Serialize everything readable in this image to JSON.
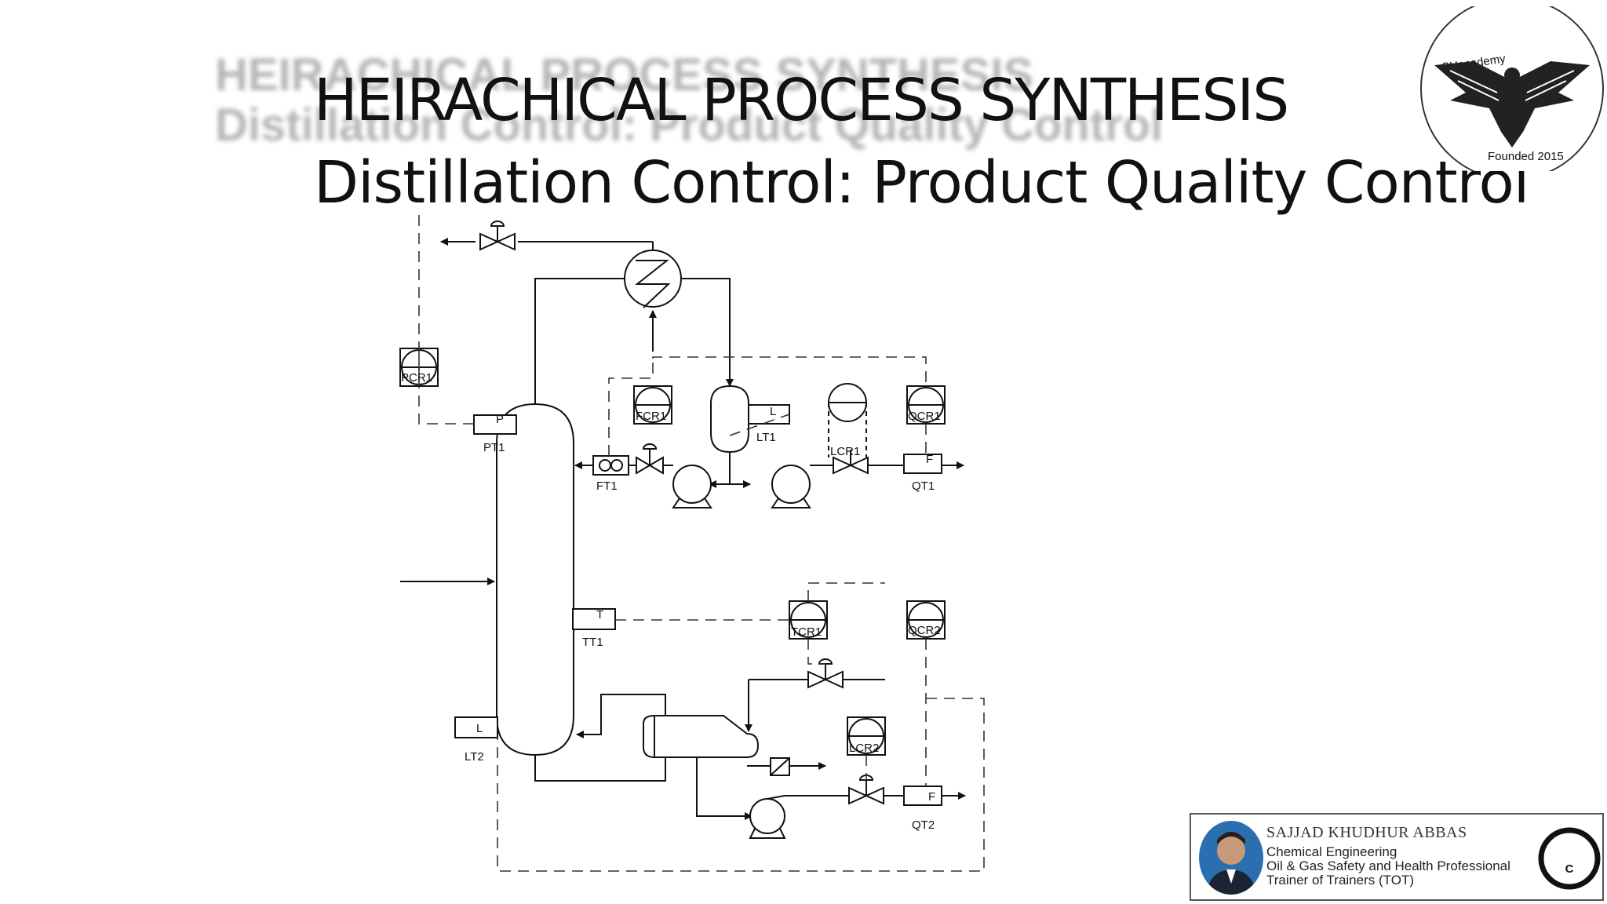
{
  "slide": {
    "title_line1": "HEIRACHICAL PROCESS SYNTHESIS",
    "title_line2": "Distillation Control: Product Quality Control",
    "shadow_line1": "HEIRACHICAL PROCESS SYNTHESIS",
    "shadow_line2": "Distillation Control: Product Quality Control"
  },
  "logo": {
    "brand": "SHacademy",
    "founded": "Founded 2015"
  },
  "diagram": {
    "controllers": {
      "pcr1": "PCR1",
      "fcr1": "FCR1",
      "qcr1": "QCR1",
      "lcr1": "LCR1",
      "tcr1": "TCR1",
      "qcr2": "QCR2",
      "lcr2": "LCR2"
    },
    "transmitters": {
      "pt1_letter": "P",
      "pt1_tag": "PT1",
      "lt1_letter": "L",
      "lt1_tag": "LT1",
      "ft1_tag": "FT1",
      "qt1_letter": "F",
      "qt1_tag": "QT1",
      "tt1_letter": "T",
      "tt1_tag": "TT1",
      "lt2_letter": "L",
      "lt2_tag": "LT2",
      "qt2_letter": "F",
      "qt2_tag": "QT2"
    }
  },
  "author": {
    "name": "SAJJAD KHUDHUR ABBAS",
    "line1": "Chemical Engineering",
    "line2": "Oil & Gas Safety and Health Professional",
    "line3": "Trainer of Trainers (TOT)",
    "copyright_symbol": "©"
  }
}
